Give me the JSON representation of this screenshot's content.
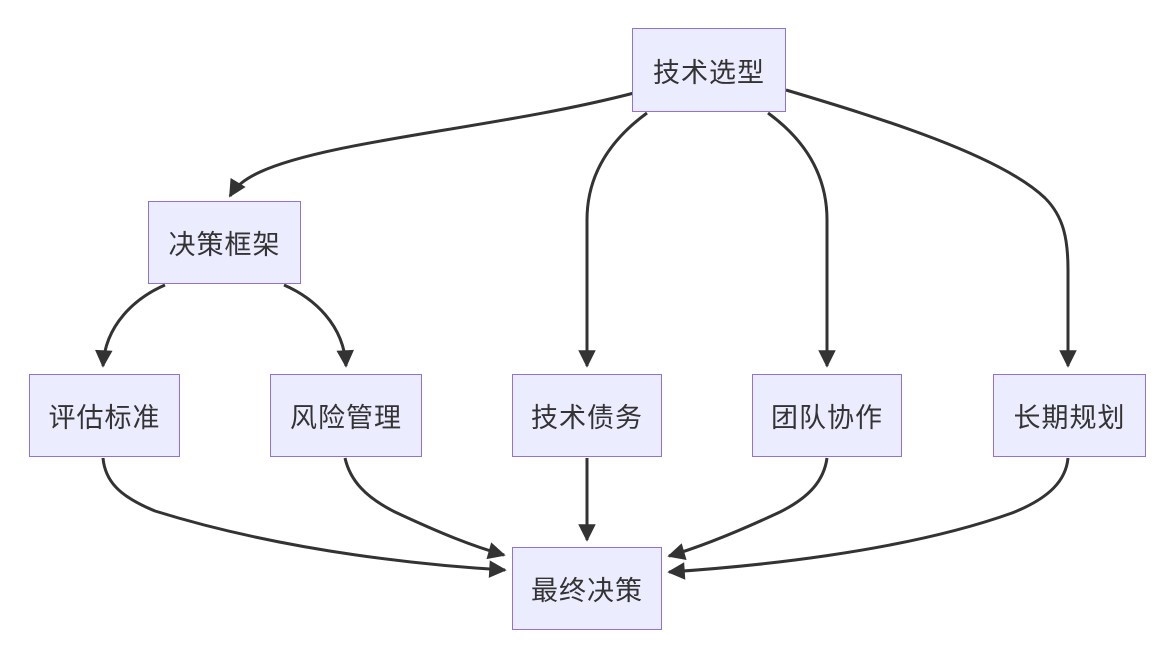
{
  "diagram": {
    "type": "flowchart",
    "direction": "top-down",
    "colors": {
      "node_fill": "#ECECFF",
      "node_border": "#9370DB",
      "edge": "#333333",
      "text": "#333333",
      "background": "#FFFFFF"
    },
    "nodes": [
      {
        "id": "technology_selection",
        "label": "技术选型"
      },
      {
        "id": "decision_framework",
        "label": "决策框架"
      },
      {
        "id": "evaluation_criteria",
        "label": "评估标准"
      },
      {
        "id": "risk_management",
        "label": "风险管理"
      },
      {
        "id": "technical_debt",
        "label": "技术债务"
      },
      {
        "id": "team_collaboration",
        "label": "团队协作"
      },
      {
        "id": "long_term_planning",
        "label": "长期规划"
      },
      {
        "id": "final_decision",
        "label": "最终决策"
      }
    ],
    "edges": [
      {
        "from": "技术选型",
        "to": "决策框架"
      },
      {
        "from": "技术选型",
        "to": "技术债务"
      },
      {
        "from": "技术选型",
        "to": "团队协作"
      },
      {
        "from": "技术选型",
        "to": "长期规划"
      },
      {
        "from": "决策框架",
        "to": "评估标准"
      },
      {
        "from": "决策框架",
        "to": "风险管理"
      },
      {
        "from": "评估标准",
        "to": "最终决策"
      },
      {
        "from": "风险管理",
        "to": "最终决策"
      },
      {
        "from": "技术债务",
        "to": "最终决策"
      },
      {
        "from": "团队协作",
        "to": "最终决策"
      },
      {
        "from": "长期规划",
        "to": "最终决策"
      }
    ]
  }
}
